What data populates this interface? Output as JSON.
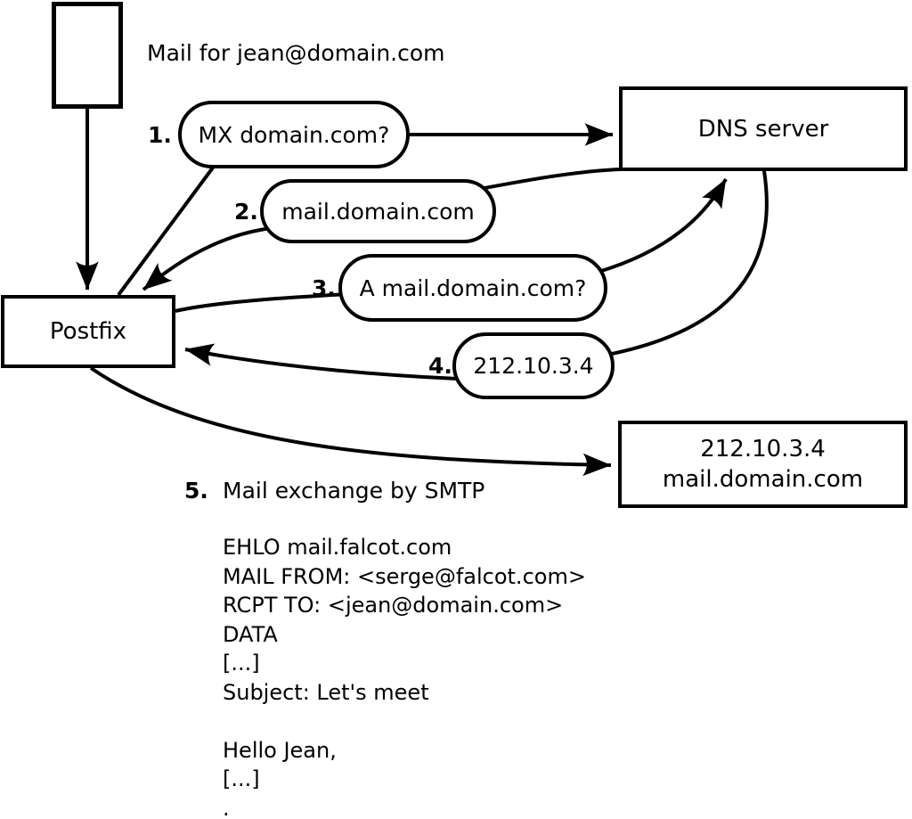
{
  "title": "Mail for jean@domain.com",
  "colors": {
    "ink": "#000000",
    "background": "#ffffff"
  },
  "nodes": {
    "postfix": {
      "label": "Postfix"
    },
    "dns": {
      "label": "DNS server"
    },
    "mailserver": {
      "line1": "212.10.3.4",
      "line2": "mail.domain.com"
    }
  },
  "steps": [
    {
      "num": "1.",
      "label": "MX domain.com?"
    },
    {
      "num": "2.",
      "label": "mail.domain.com"
    },
    {
      "num": "3.",
      "label": "A mail.domain.com?"
    },
    {
      "num": "4.",
      "label": "212.10.3.4"
    },
    {
      "num": "5.",
      "label": "Mail exchange by SMTP"
    }
  ],
  "smtp_session": {
    "lines": [
      "EHLO mail.falcot.com",
      "MAIL FROM: <serge@falcot.com>",
      "RCPT TO: <jean@domain.com>",
      "DATA",
      "[...]",
      "Subject: Let's meet",
      "",
      "Hello Jean,",
      "[...]",
      "."
    ]
  }
}
